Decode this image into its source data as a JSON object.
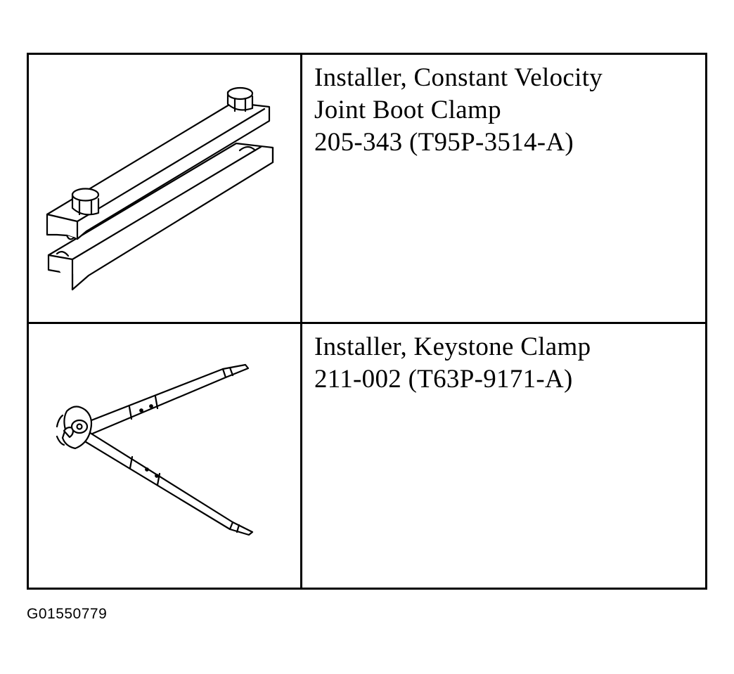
{
  "tools": [
    {
      "icon": "cv-joint-boot-clamp-installer-icon",
      "lines": [
        "Installer, Constant Velocity",
        "Joint Boot Clamp",
        "205-343 (T95P-3514-A)"
      ]
    },
    {
      "icon": "keystone-clamp-pliers-icon",
      "lines": [
        "Installer, Keystone Clamp",
        "211-002 (T63P-9171-A)"
      ]
    }
  ],
  "figure_id": "G01550779"
}
